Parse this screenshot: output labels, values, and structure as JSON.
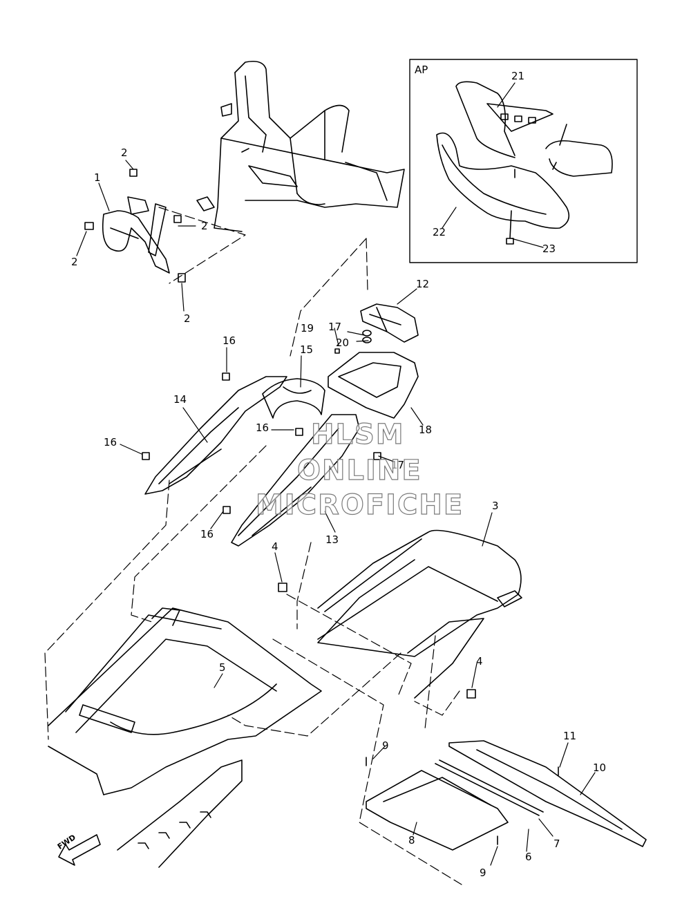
{
  "inset": {
    "label": "AP"
  },
  "callouts": [
    "1",
    "2",
    "2",
    "2",
    "2",
    "3",
    "4",
    "4",
    "5",
    "6",
    "7",
    "8",
    "9",
    "9",
    "10",
    "11",
    "12",
    "13",
    "14",
    "15",
    "16",
    "16",
    "16",
    "16",
    "17",
    "17",
    "18",
    "19",
    "20",
    "21",
    "22",
    "23"
  ],
  "watermark": {
    "line1": "HLSM",
    "line2": "ONLINE",
    "line3": "MICROFICHE"
  },
  "direction": {
    "label": "FWD",
    "icon": "fwd-arrow-icon"
  }
}
